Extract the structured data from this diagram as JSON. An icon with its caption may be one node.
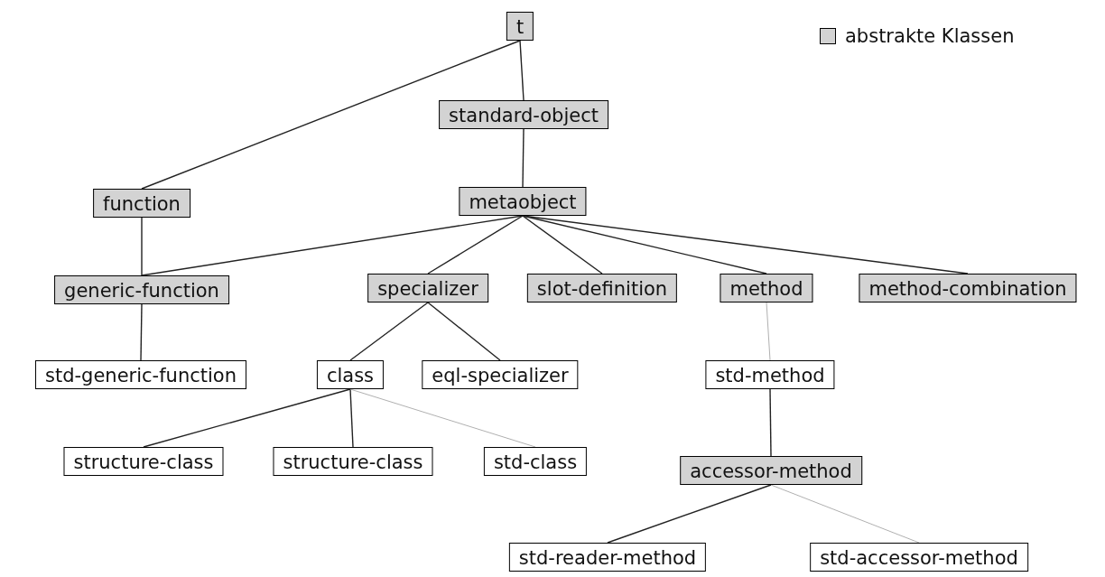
{
  "diagram": {
    "nodes": [
      {
        "text": [
          "t"
        ]
      },
      {
        "text": [
          "standard-object"
        ]
      },
      {
        "text": [
          "function"
        ]
      },
      {
        "text": [
          "metaobject"
        ]
      },
      {
        "text": [
          "generic-function"
        ]
      },
      {
        "text": [
          "specializer"
        ]
      },
      {
        "text": [
          "slot-definition"
        ]
      },
      {
        "text": [
          "method"
        ]
      },
      {
        "text": [
          "method-combination"
        ]
      },
      {
        "text": [
          "std-generic-function"
        ]
      },
      {
        "text": [
          "class"
        ]
      },
      {
        "text": [
          "eql-specializer"
        ]
      },
      {
        "text": [
          "std-method"
        ]
      },
      {
        "text": [
          "structure-class"
        ]
      },
      {
        "text": [
          "structure-class"
        ]
      },
      {
        "text": [
          "std-class"
        ]
      },
      {
        "text": [
          "accessor-method"
        ]
      },
      {
        "text": [
          "std-reader-method"
        ]
      },
      {
        "text": [
          "std-accessor-method"
        ]
      }
    ],
    "edges": [
      {
        "from": 0,
        "to": 1,
        "arrow": "none"
      },
      {
        "from": 0,
        "to": 2,
        "arrow": "none"
      },
      {
        "from": 1,
        "to": 3,
        "arrow": "none"
      },
      {
        "from": 2,
        "to": 4,
        "arrow": "none"
      },
      {
        "from": 3,
        "to": 4,
        "arrow": "none"
      },
      {
        "from": 3,
        "to": 5,
        "arrow": "none"
      },
      {
        "from": 3,
        "to": 6,
        "arrow": "none"
      },
      {
        "from": 3,
        "to": 7,
        "arrow": "none"
      },
      {
        "from": 3,
        "to": 8,
        "arrow": "none"
      },
      {
        "from": 4,
        "to": 9,
        "arrow": "none"
      },
      {
        "from": 5,
        "to": 10,
        "arrow": "none"
      },
      {
        "from": 5,
        "to": 11,
        "arrow": "none"
      },
      {
        "from": 7,
        "to": 12,
        "arrow": "none",
        "color": "#b0b0b0"
      },
      {
        "from": 10,
        "to": 13,
        "arrow": "none"
      },
      {
        "from": 10,
        "to": 14,
        "arrow": "none"
      },
      {
        "from": 10,
        "to": 15,
        "arrow": "none",
        "color": "#b0b0b0"
      },
      {
        "from": 12,
        "to": 16,
        "arrow": "none"
      },
      {
        "from": 16,
        "to": 17,
        "arrow": "none"
      },
      {
        "from": 16,
        "to": 18,
        "arrow": "none",
        "color": "#b0b0b0"
      }
    ],
    "legend": [
      {
        "text": "abstrakte Klassen",
        "color": "#d3d3d3"
      }
    ]
  }
}
